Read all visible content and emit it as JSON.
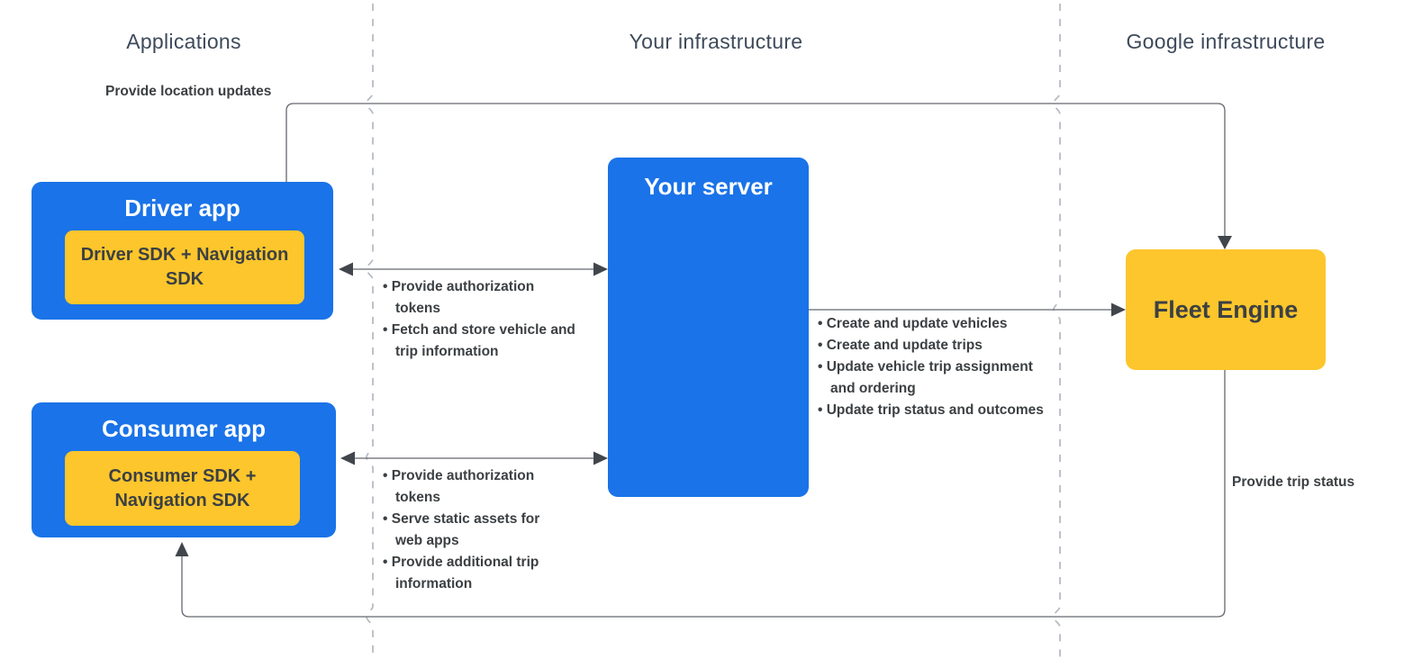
{
  "columns": [
    {
      "label": "Applications"
    },
    {
      "label": "Your infrastructure"
    },
    {
      "label": "Google infrastructure"
    }
  ],
  "nodes": {
    "driver_app": {
      "title": "Driver app",
      "sdk": "Driver SDK + Navigation SDK"
    },
    "consumer_app": {
      "title": "Consumer app",
      "sdk": "Consumer SDK + Navigation SDK"
    },
    "your_server": {
      "title": "Your server"
    },
    "fleet_engine": {
      "title": "Fleet Engine"
    }
  },
  "edges": {
    "driver_to_fleet": {
      "label": "Provide location updates"
    },
    "fleet_to_consumer": {
      "label": "Provide trip status"
    },
    "driver_server": {
      "items": [
        "Provide authorization tokens",
        "Fetch and store vehicle and trip information"
      ]
    },
    "consumer_server": {
      "items": [
        "Provide authorization tokens",
        "Serve static assets for web apps",
        "Provide additional trip information"
      ]
    },
    "server_fleet": {
      "items": [
        "Create and update vehicles",
        "Create and update trips",
        "Update vehicle trip assignment and ordering",
        "Update trip status and outcomes"
      ]
    }
  },
  "colors": {
    "background": "#ffffff",
    "blue": "#1a73e8",
    "yellow": "#fcc62c",
    "box_text_dark": "#3c4043",
    "heading": "#3e4a5a",
    "label_text": "#3c4043",
    "line": "#63686f",
    "arrowhead": "#41464d",
    "divider": "#b6bcc4"
  }
}
